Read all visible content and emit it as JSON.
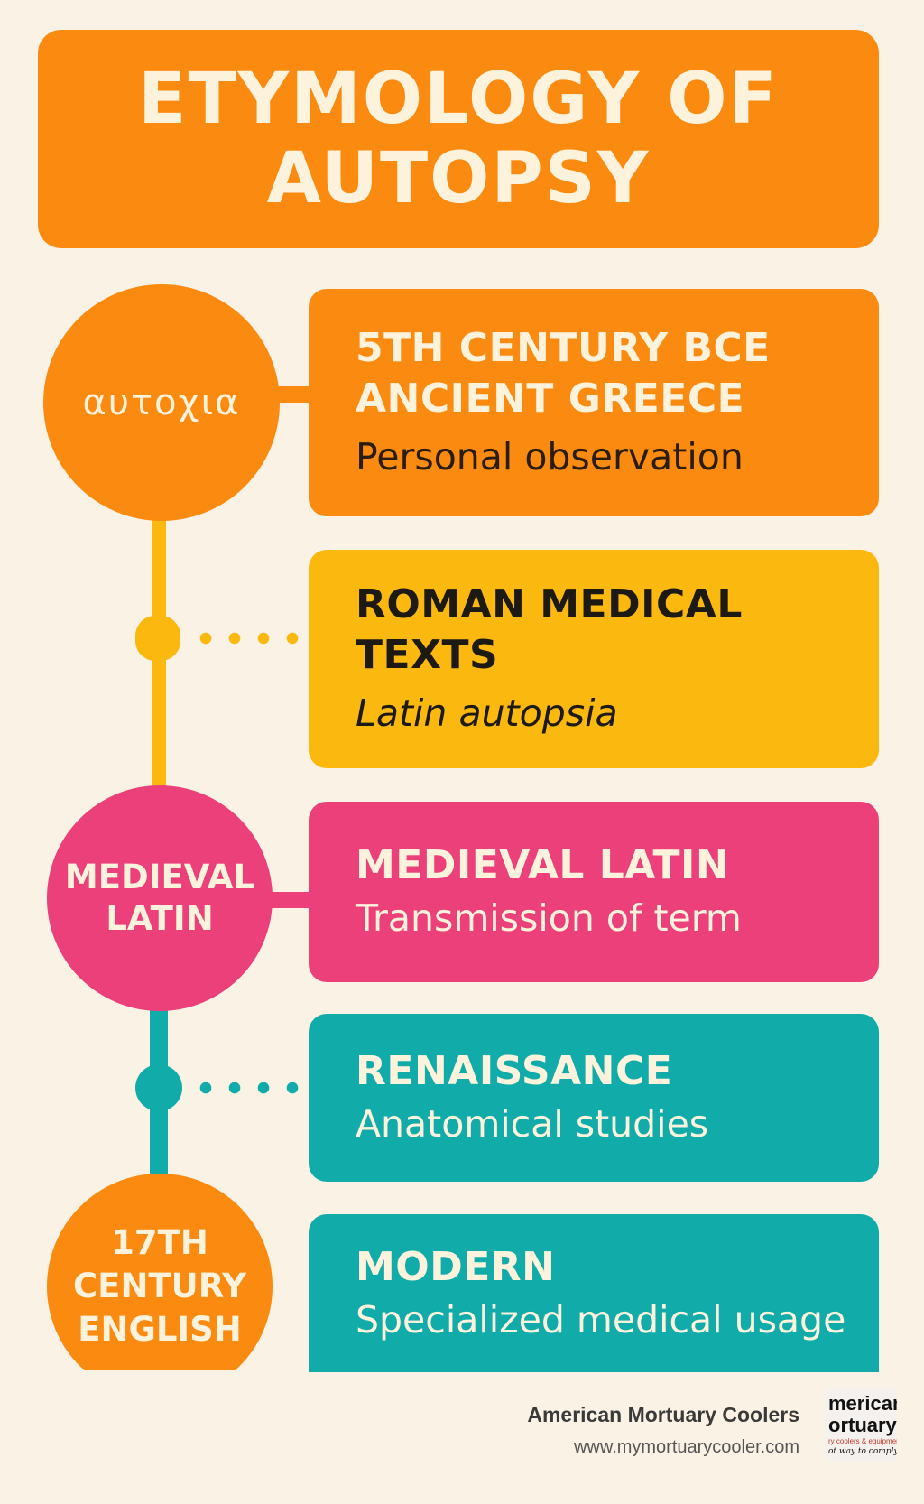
{
  "title": "ETYMOLOGY OF AUTOPSY",
  "timeline": [
    {
      "circle_label": "αυτοχια",
      "card_title": "5TH CENTURY BCE\nANCIENT GREECE",
      "card_desc": "Personal observation",
      "color": "#fb8a10"
    },
    {
      "card_title": "ROMAN MEDICAL\nTEXTS",
      "card_desc": "Latin autopsia",
      "color": "#fbb80f"
    },
    {
      "circle_label": "MEDIEVAL\nLATIN",
      "card_title": "MEDIEVAL LATIN",
      "card_desc": "Transmission of term",
      "color": "#ec407a"
    },
    {
      "card_title": "RENAISSANCE",
      "card_desc": "Anatomical studies",
      "color": "#11acaa"
    },
    {
      "circle_label": "17TH\nCENTURY\nENGLISH",
      "card_title": "MODERN",
      "card_desc": "Specialized medical usage",
      "color": "#11acaa"
    }
  ],
  "footer": {
    "company": "American Mortuary Coolers",
    "url": "www.mymortuarycooler.com",
    "logo_text_1": "merican",
    "logo_text_2": "ortuary",
    "logo_text_3": "ry coolers & equipment",
    "logo_text_4": "ot way to comply"
  },
  "colors": {
    "orange": "#fb8a10",
    "yellow": "#fbb80f",
    "pink": "#ec407a",
    "teal": "#11acaa",
    "cream": "#fdf3dc",
    "background": "#fbf2e6"
  }
}
